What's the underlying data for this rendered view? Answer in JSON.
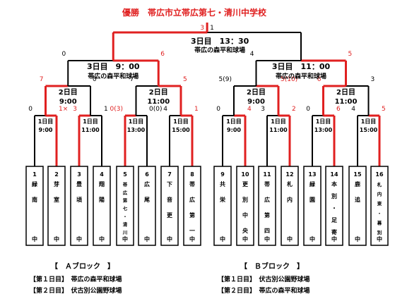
{
  "title": "優勝　帯広市立帯広第七・清川中学校",
  "colors": {
    "winner": "#e02020",
    "normal": "#000000",
    "title": "#e02020"
  },
  "final": {
    "score_left": "3",
    "score_right": "1",
    "day": "3日目　13：30",
    "venue": "帯広の森平和球場"
  },
  "semis": [
    {
      "day": "3日目　9：00",
      "venue": "帯広の森平和球場",
      "score_left": "0",
      "score_right": "6"
    },
    {
      "day": "3日目　11：00",
      "venue": "帯広の森平和球場",
      "score_left": "4",
      "score_right": "5"
    }
  ],
  "quarters": [
    {
      "day": "2日目",
      "time": "9:00",
      "score_left": "7",
      "score_right": "0"
    },
    {
      "day": "2日目",
      "time": "11:00",
      "score_left": "7",
      "score_right": "5"
    },
    {
      "day": "2日目",
      "time": "9:00",
      "score_left": "5(9)",
      "score_right": "5(10)"
    },
    {
      "day": "2日目",
      "time": "11:00",
      "score_left": "6",
      "score_right": "3"
    }
  ],
  "first_round": [
    {
      "day": "1日目",
      "time": "9:00",
      "score_left": "0",
      "score_right": "1×"
    },
    {
      "day": "1日目",
      "time": "11:00",
      "score_left": "3",
      "score_right": "1"
    },
    {
      "day": "1日目",
      "time": "13:00",
      "score_left": "0(3)",
      "score_right": "0(0)"
    },
    {
      "day": "1日目",
      "time": "15:00",
      "score_left": "4",
      "score_right": "1"
    },
    {
      "day": "1日目",
      "time": "9:00",
      "score_left": "0",
      "score_right": "4"
    },
    {
      "day": "1日目",
      "time": "11:00",
      "score_left": "3",
      "score_right": "2"
    },
    {
      "day": "1日目",
      "time": "13:00",
      "score_left": "0",
      "score_right": "6"
    },
    {
      "day": "1日目",
      "time": "15:00",
      "score_left": "4",
      "score_right": "5"
    }
  ],
  "teams": [
    {
      "num": "1",
      "chars": "緑南中"
    },
    {
      "num": "2",
      "chars": "芽室中"
    },
    {
      "num": "3",
      "chars": "豊頃中"
    },
    {
      "num": "4",
      "chars": "翔陽中"
    },
    {
      "num": "5",
      "chars": "帯広第七・清川中"
    },
    {
      "num": "6",
      "chars": "広尾中"
    },
    {
      "num": "7",
      "chars": "下音更中"
    },
    {
      "num": "8",
      "chars": "帯広第一中"
    },
    {
      "num": "9",
      "chars": "共栄中"
    },
    {
      "num": "10",
      "chars": "更別中央中"
    },
    {
      "num": "11",
      "chars": "帯広第四中"
    },
    {
      "num": "12",
      "chars": "札内中"
    },
    {
      "num": "13",
      "chars": "緑園中"
    },
    {
      "num": "14",
      "chars": "本別・足寄中"
    },
    {
      "num": "15",
      "chars": "鹿追中"
    },
    {
      "num": "16",
      "chars": "札内東・幕別中"
    }
  ],
  "blocks": [
    {
      "name": "【　Ａブロック　】",
      "day1": "【第１日目】　帯広の森平和球場",
      "day2": "【第２日目】　伏古別公園野球場"
    },
    {
      "name": "【　Ｂブロック　】",
      "day1": "【第１日目】　伏古別公園野球場",
      "day2": "【第２日目】　帯広の森平和球場"
    }
  ]
}
